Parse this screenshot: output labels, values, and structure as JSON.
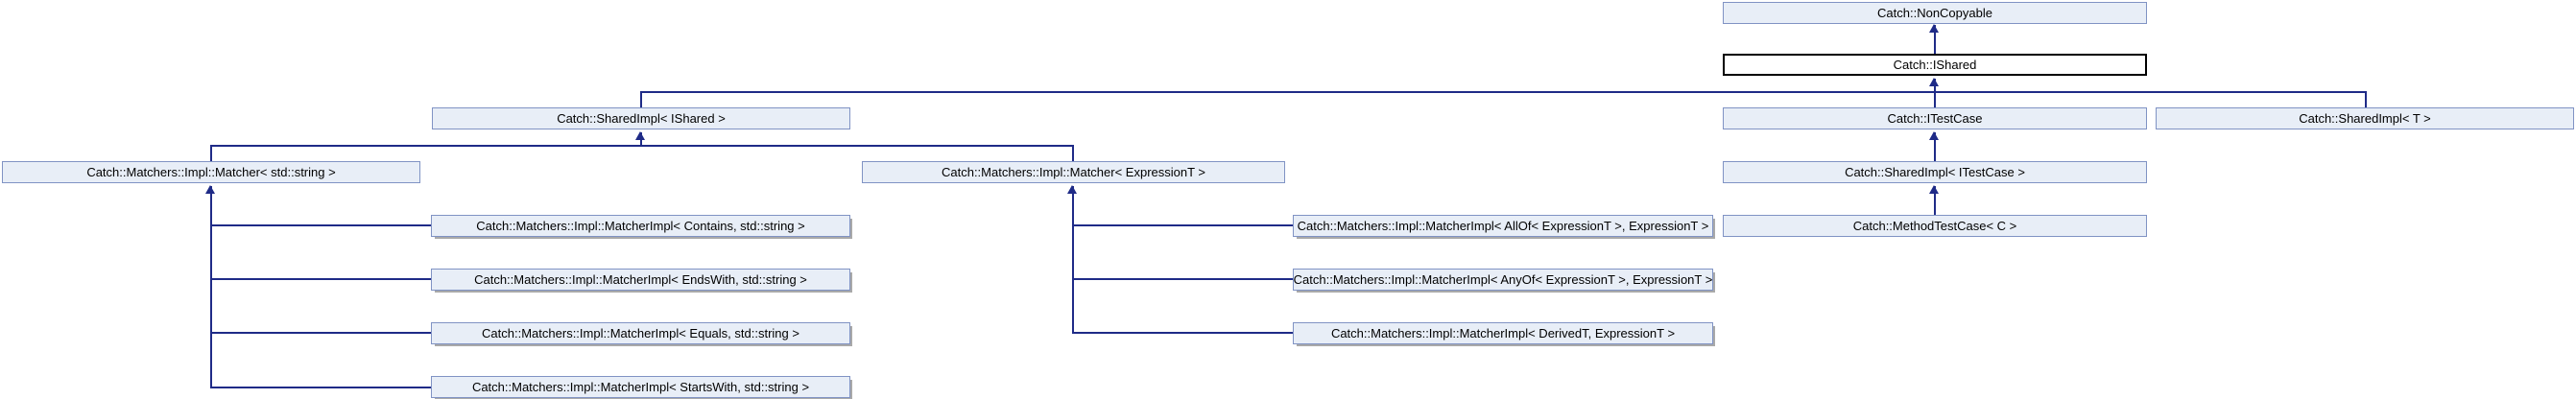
{
  "diagram": {
    "type": "class-inheritance-diagram",
    "colors": {
      "box_fill": "#e8eef7",
      "box_border": "#8093c4",
      "current_fill": "#ffffff",
      "current_border": "#000000",
      "edge": "#1f2b87",
      "shadow": "#a9a9a9",
      "text": "#000000",
      "bg": "#ffffff"
    },
    "nodes": [
      {
        "id": "noncopyable",
        "label": "Catch::NonCopyable"
      },
      {
        "id": "ishared",
        "label": "Catch::IShared"
      },
      {
        "id": "sharedimpl-ishared",
        "label": "Catch::SharedImpl< IShared >"
      },
      {
        "id": "itestcase",
        "label": "Catch::ITestCase"
      },
      {
        "id": "sharedimpl-t",
        "label": "Catch::SharedImpl< T >"
      },
      {
        "id": "matcher-std-string",
        "label": "Catch::Matchers::Impl::Matcher< std::string >"
      },
      {
        "id": "matcher-expressiont",
        "label": "Catch::Matchers::Impl::Matcher< ExpressionT >"
      },
      {
        "id": "sharedimpl-itestcase",
        "label": "Catch::SharedImpl< ITestCase >"
      },
      {
        "id": "matcherimpl-contains",
        "label": "Catch::Matchers::Impl::MatcherImpl< Contains, std::string >"
      },
      {
        "id": "matcherimpl-allof",
        "label": "Catch::Matchers::Impl::MatcherImpl< AllOf< ExpressionT >, ExpressionT >"
      },
      {
        "id": "methodtestcase-c",
        "label": "Catch::MethodTestCase< C >"
      },
      {
        "id": "matcherimpl-endswith",
        "label": "Catch::Matchers::Impl::MatcherImpl< EndsWith, std::string >"
      },
      {
        "id": "matcherimpl-anyof",
        "label": "Catch::Matchers::Impl::MatcherImpl< AnyOf< ExpressionT >, ExpressionT >"
      },
      {
        "id": "matcherimpl-equals",
        "label": "Catch::Matchers::Impl::MatcherImpl< Equals, std::string >"
      },
      {
        "id": "matcherimpl-derivedt",
        "label": "Catch::Matchers::Impl::MatcherImpl< DerivedT, ExpressionT >"
      },
      {
        "id": "matcherimpl-startswith",
        "label": "Catch::Matchers::Impl::MatcherImpl< StartsWith, std::string >"
      }
    ]
  }
}
